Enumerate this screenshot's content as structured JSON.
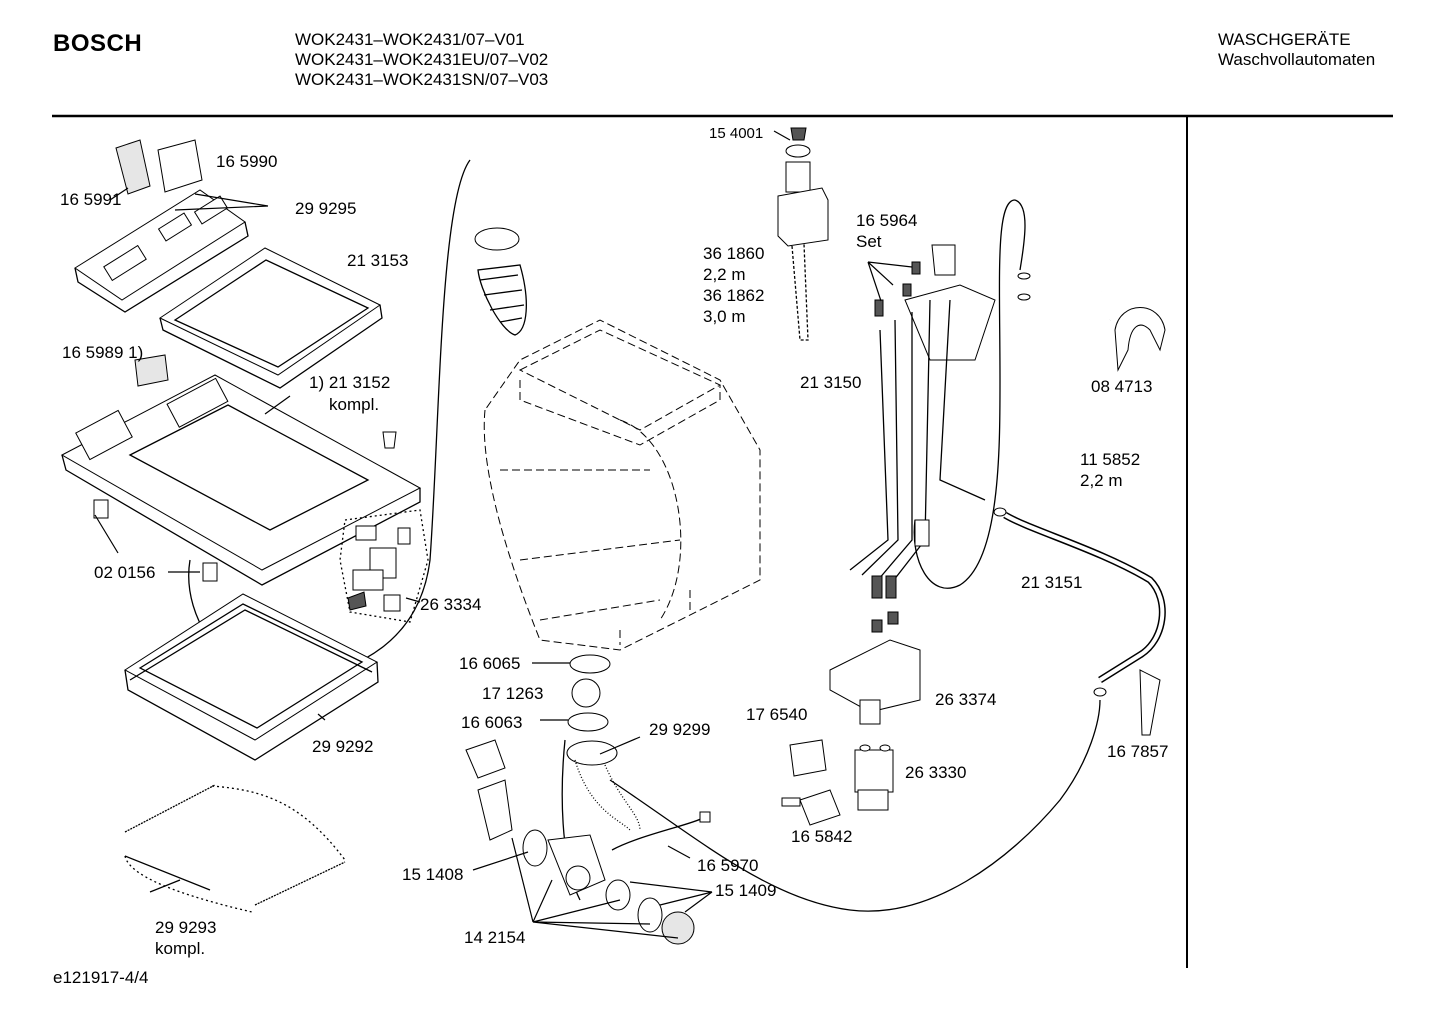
{
  "header": {
    "brand": "BOSCH",
    "models": [
      "WOK2431–WOK2431/07–V01",
      "WOK2431–WOK2431EU/07–V02",
      "WOK2431–WOK2431SN/07–V03"
    ],
    "category": "WASCHGERÄTE",
    "subcategory": "Waschvollautomaten"
  },
  "footer": {
    "code": "e121917-4/4"
  },
  "labels": {
    "l165990": "16 5990",
    "l165991": "16 5991",
    "l299295": "29 9295",
    "l213153": "21 3153",
    "l165989": "16 5989 1)",
    "l213152a": "1) 21 3152",
    "l213152b": "kompl.",
    "l020156": "02 0156",
    "l263334": "26 3334",
    "l299292": "29 9292",
    "l299293a": "29 9293",
    "l299293b": "kompl.",
    "l154001": "15 4001",
    "l361860": "36 1860",
    "l22m": "2,2 m",
    "l361862": "36 1862",
    "l30m": "3,0 m",
    "l165964": "16 5964",
    "lset": "Set",
    "l213150": "21 3150",
    "l084713": "08 4713",
    "l115852": "11 5852",
    "l22m2": "2,2 m",
    "l213151": "21 3151",
    "l166065": "16 6065",
    "l171263": "17 1263",
    "l166063": "16 6063",
    "l299299": "29 9299",
    "l176540": "17 6540",
    "l263374": "26 3374",
    "l263330": "26 3330",
    "l167857": "16 7857",
    "l165842": "16 5842",
    "l165970": "16 5970",
    "l151408": "15 1408",
    "l151409": "15 1409",
    "l142154": "14 2154"
  }
}
